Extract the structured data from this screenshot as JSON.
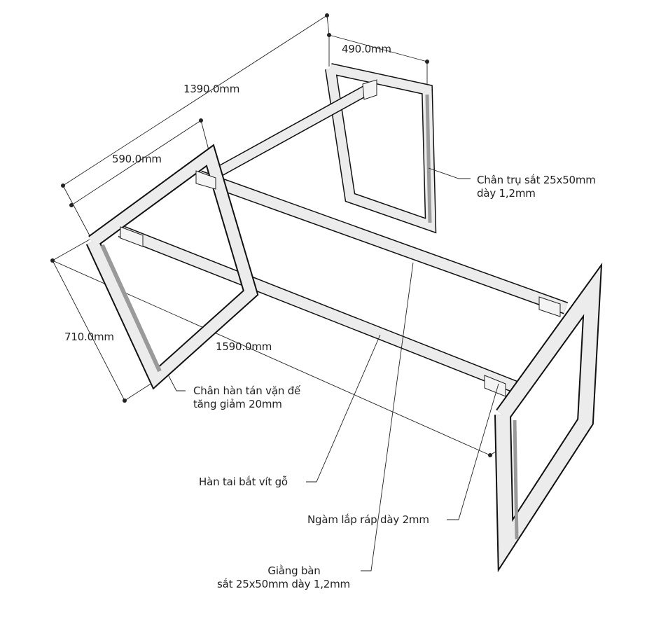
{
  "dimensions": {
    "total_length": "1390.0mm",
    "back_width": "490.0mm",
    "side_width": "590.0mm",
    "height": "710.0mm",
    "front_length": "1590.0mm"
  },
  "callouts": {
    "leg_post_line1": "Chân trụ sắt 25x50mm",
    "leg_post_line2": "dày 1,2mm",
    "foot_line1": "Chân hàn tán vặn đế",
    "foot_line2": "tăng giảm 20mm",
    "screw_tab": "Hàn tai bắt vít gỗ",
    "joint": "Ngàm lắp ráp dày 2mm",
    "rail_line1": "Giằng bàn",
    "rail_line2": "sắt 25x50mm dày 1,2mm"
  },
  "colors": {
    "metal_face": "#ececec",
    "metal_shade": "#9a9a9a",
    "line": "#222222"
  }
}
